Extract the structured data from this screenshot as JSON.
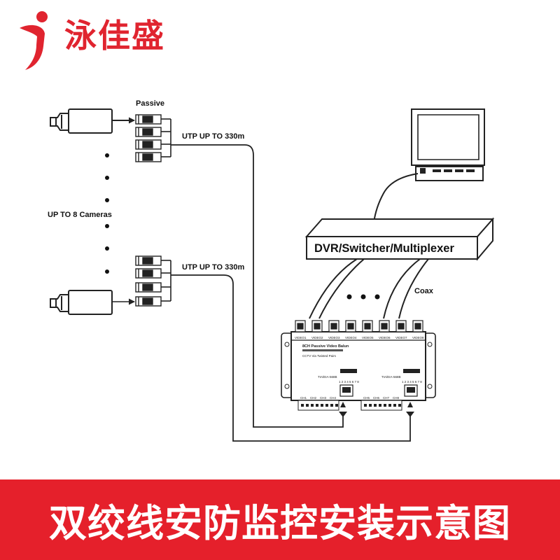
{
  "brand": {
    "name": "泳佳盛",
    "color": "#e0242f"
  },
  "diagram": {
    "passive_label": "Passive",
    "cameras_label": "UP TO 8 Cameras",
    "utp_top_label": "UTP UP TO 330m",
    "utp_bottom_label": "UTP UP TO 330m",
    "dvr_label": "DVR/Switcher/Multiplexer",
    "coax_label": "Coax",
    "balun": {
      "title": "8CH Passive Video Balun",
      "subtitle": "CCTV Via Twisted Pairs",
      "video_ports": [
        "VIDEO1",
        "VIDEO2",
        "VIDEO3",
        "VIDEO4",
        "VIDEO5",
        "VIDEO6",
        "VIDEO7",
        "VIDEO8"
      ],
      "rj45_left_label": "TIA/EIA-568B",
      "rj45_right_label": "TIA/EIA-568B",
      "pin_numbers": "1 2 3 4 5 6 7 8",
      "channels": [
        "CH1",
        "CH2",
        "CH3",
        "CH4",
        "CH5",
        "CH6",
        "CH7",
        "CH8"
      ]
    }
  },
  "footer": {
    "title": "双绞线安防监控安装示意图",
    "background": "#e5202b"
  }
}
